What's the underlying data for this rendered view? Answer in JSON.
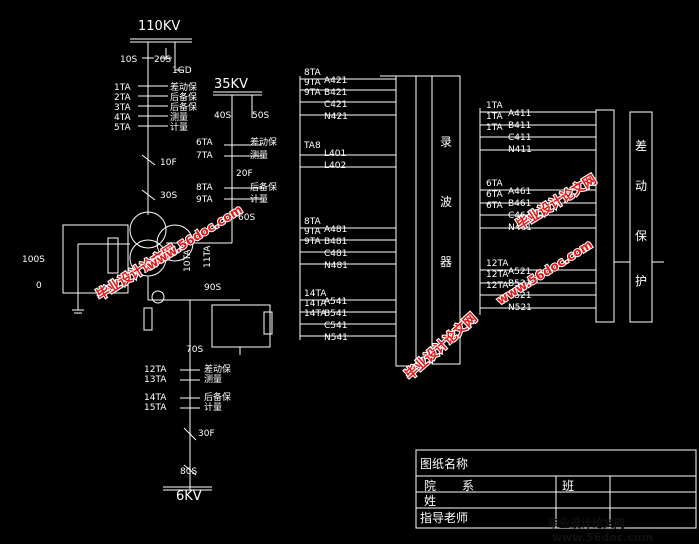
{
  "bus_labels": {
    "hv": "110KV",
    "mv": "35KV",
    "lv": "6KV"
  },
  "hv_section": {
    "switch_labels": [
      "10S",
      "20S",
      "1GD"
    ],
    "ct_rows": [
      {
        "ct": "1TA",
        "use": "差动保"
      },
      {
        "ct": "2TA",
        "use": "后备保"
      },
      {
        "ct": "3TA",
        "use": "后备保"
      },
      {
        "ct": "4TA",
        "use": "测量"
      },
      {
        "ct": "5TA",
        "use": "计量"
      }
    ],
    "breaker": "10F",
    "disconnector": "30S",
    "neutral": [
      "100S",
      "0"
    ]
  },
  "mv_section": {
    "switch_labels": [
      "40S",
      "50S"
    ],
    "ct_rows": [
      {
        "ct": "6TA",
        "use": "差动保"
      },
      {
        "ct": "7TA",
        "use": "测量"
      }
    ],
    "breaker": "20F",
    "ct_rows2": [
      {
        "ct": "8TA",
        "use": "后备保"
      },
      {
        "ct": "9TA",
        "use": "计量"
      }
    ],
    "disconnector": "60S"
  },
  "transformer_section": {
    "ct_labels": [
      "10TA",
      "11TA"
    ],
    "switch": "90S",
    "disconnector": "70S",
    "ct_rows": [
      {
        "ct": "12TA",
        "use": "差动保"
      },
      {
        "ct": "13TA",
        "use": "测量"
      },
      {
        "ct": "14TA",
        "use": "后备保"
      },
      {
        "ct": "15TA",
        "use": "计量"
      }
    ],
    "breaker": "30F",
    "bottom_disconnector": "80S"
  },
  "recorder": {
    "chars": [
      "录",
      "波",
      "器"
    ]
  },
  "protection": {
    "chars": [
      "差",
      "动",
      "保",
      "护"
    ]
  },
  "left_ct_groups": [
    {
      "tas": [
        "8TA",
        "9TA",
        "9TA"
      ],
      "phases": [
        "A421",
        "B421",
        "C421",
        "N421"
      ]
    },
    {
      "tas": [
        "TA8"
      ],
      "phases": [
        "L401",
        "L402"
      ]
    },
    {
      "tas": [
        "8TA",
        "9TA",
        "9TA"
      ],
      "phases": [
        "A481",
        "B481",
        "C481",
        "N481"
      ]
    },
    {
      "tas": [
        "14TA",
        "14TA",
        "14TA"
      ],
      "phases": [
        "A541",
        "B541",
        "C541",
        "N541"
      ]
    }
  ],
  "right_ct_groups": [
    {
      "tas": [
        "1TA",
        "1TA",
        "1TA"
      ],
      "phases": [
        "A411",
        "B411",
        "C411",
        "N411"
      ]
    },
    {
      "tas": [
        "6TA",
        "6TA",
        "6TA"
      ],
      "phases": [
        "A461",
        "B461",
        "C461",
        "N461"
      ]
    },
    {
      "tas": [
        "12TA",
        "12TA",
        "12TA"
      ],
      "phases": [
        "A521",
        "B521",
        "C521",
        "N521"
      ]
    }
  ],
  "title_block": {
    "name": "图纸名称",
    "dept": "院",
    "major": "系",
    "class": "班",
    "student": "姓",
    "advisor": "指导老师"
  },
  "watermarks": [
    "毕业设计论文网",
    "www.56doc.com",
    "毕业设计论文网",
    "www.56doc.com",
    "毕业设计论文网"
  ],
  "footer_text": "毕业设计论文网",
  "footer_url": "www.56doc.com",
  "colors": {
    "background": "#000000",
    "lines": "#ffffff",
    "watermark": "#e01818"
  }
}
